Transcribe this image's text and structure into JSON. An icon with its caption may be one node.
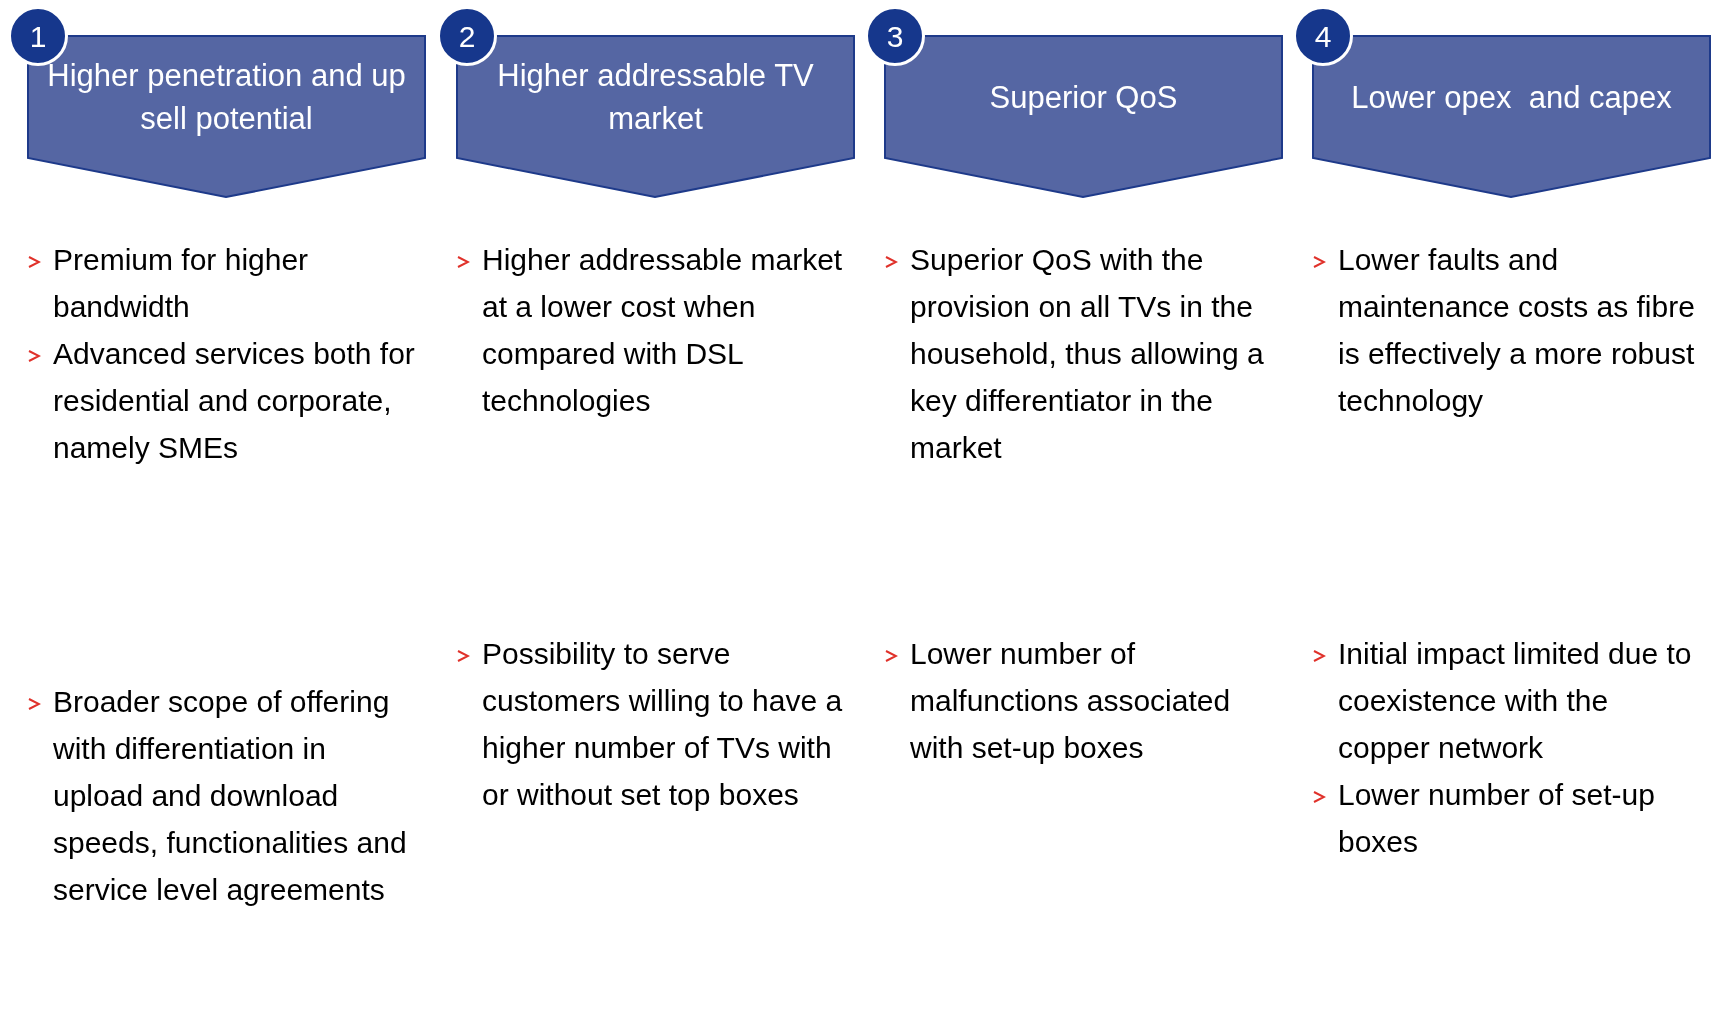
{
  "diagram": {
    "nodes": [
      {
        "text": [
          "1"
        ]
      },
      {
        "text": [
          "Higher penetration and up sell potential"
        ]
      },
      {
        "text": [
          "2"
        ]
      },
      {
        "text": [
          "Higher addressable TV market"
        ]
      },
      {
        "text": [
          "3"
        ]
      },
      {
        "text": [
          "Superior QoS"
        ]
      },
      {
        "text": [
          "4"
        ]
      },
      {
        "text": [
          "Lower opex  and capex"
        ]
      }
    ],
    "labels": [
      "Premium for higher bandwidth",
      "Advanced services both for residential and corporate, namely SMEs",
      "Higher addressable market at a lower cost when compared with DSL technologies",
      "Superior QoS with the provision on all TVs in the household, thus allowing a key differentiator in the market",
      "Lower faults and maintenance costs as fibre is effectively a more robust technology",
      "Broader scope of offering with differentiation in upload and download speeds, functionalities and service level agreements",
      "Possibility to serve customers willing to have a higher number of TVs with or without set top boxes",
      "Lower number of malfunctions associated with set-up boxes",
      "Initial impact limited due to coexistence with the copper network",
      "Lower number of set-up boxes"
    ]
  }
}
